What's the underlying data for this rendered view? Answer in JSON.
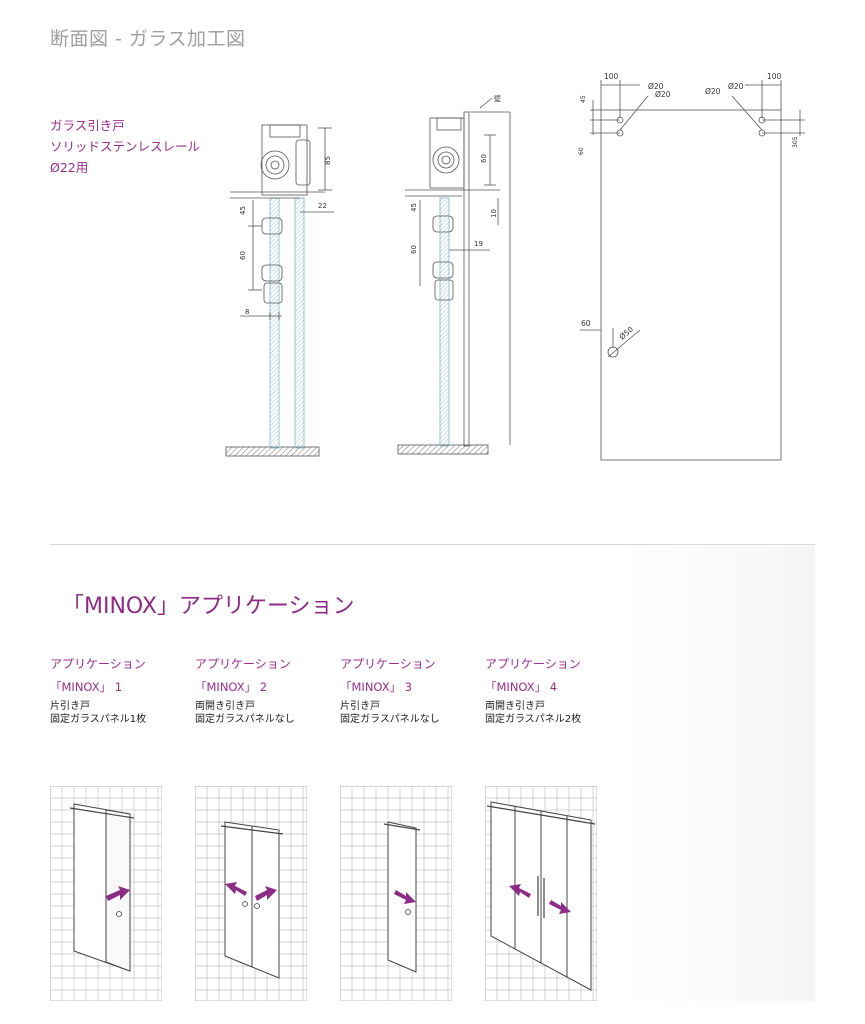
{
  "section": {
    "title": "断面図 - ガラス加工図"
  },
  "spec": {
    "line1": "ガラス引き戸",
    "line2": "ソリッドステンレスレール",
    "line3": "Ø22用"
  },
  "drawings": {
    "d1": {
      "dim_85": "85",
      "dim_22": "22",
      "dim_45": "45",
      "dim_60": "60",
      "dim_8": "8"
    },
    "d2": {
      "wall": "壁",
      "dim_60": "60",
      "dim_10": "10",
      "dim_45": "45",
      "dim_19": "19",
      "dim_60b": "60"
    },
    "d3": {
      "dim_100a": "100",
      "dim_100b": "100",
      "phi20a": "Ø20",
      "phi20b": "Ø20",
      "phi20c": "Ø20",
      "phi20d": "Ø20",
      "dim_45": "45",
      "dim_60": "60",
      "dim_305": "305",
      "dim_60h": "60",
      "phi50": "Ø50"
    }
  },
  "applications": {
    "title": "「MINOX」アプリケーション",
    "items": [
      {
        "heading": "アプリケーション",
        "model": "「MINOX」 1",
        "desc1": "片引き戸",
        "desc2": "固定ガラスパネル1枚"
      },
      {
        "heading": "アプリケーション",
        "model": "「MINOX」 2",
        "desc1": "両開き引き戸",
        "desc2": "固定ガラスパネルなし"
      },
      {
        "heading": "アプリケーション",
        "model": "「MINOX」 3",
        "desc1": "片引き戸",
        "desc2": "固定ガラスパネルなし"
      },
      {
        "heading": "アプリケーション",
        "model": "「MINOX」 4",
        "desc1": "両開き引き戸",
        "desc2": "固定ガラスパネル2枚"
      }
    ]
  },
  "colors": {
    "accent": "#9b2d8f",
    "arrow": "#8e2b86",
    "line": "#555555",
    "glass": "#7fb8c8"
  }
}
